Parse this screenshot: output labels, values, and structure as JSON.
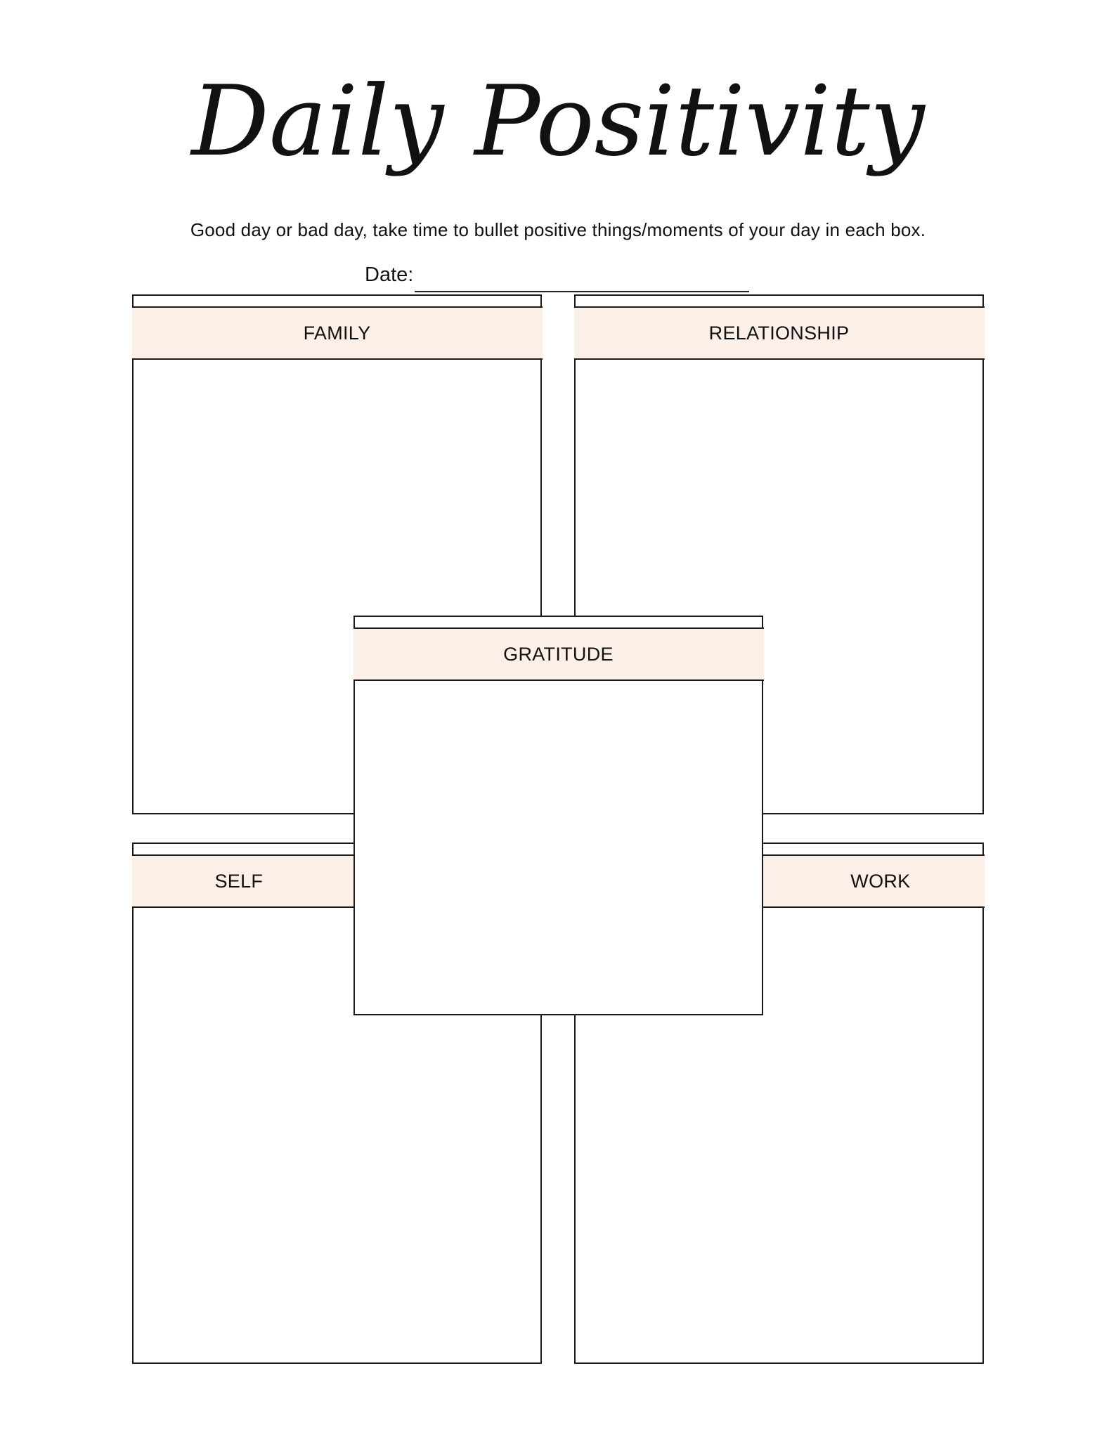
{
  "title": "Daily Positivity",
  "subtitle": "Good day or bad day, take time to bullet positive things/moments of your day in each box.",
  "date_label": "Date:",
  "sections": {
    "family": "FAMILY",
    "relationship": "RELATIONSHIP",
    "gratitude": "GRATITUDE",
    "self": "SELF",
    "work": "WORK"
  },
  "colors": {
    "header_fill": "#fcefe8",
    "border": "#1a1a1a"
  }
}
